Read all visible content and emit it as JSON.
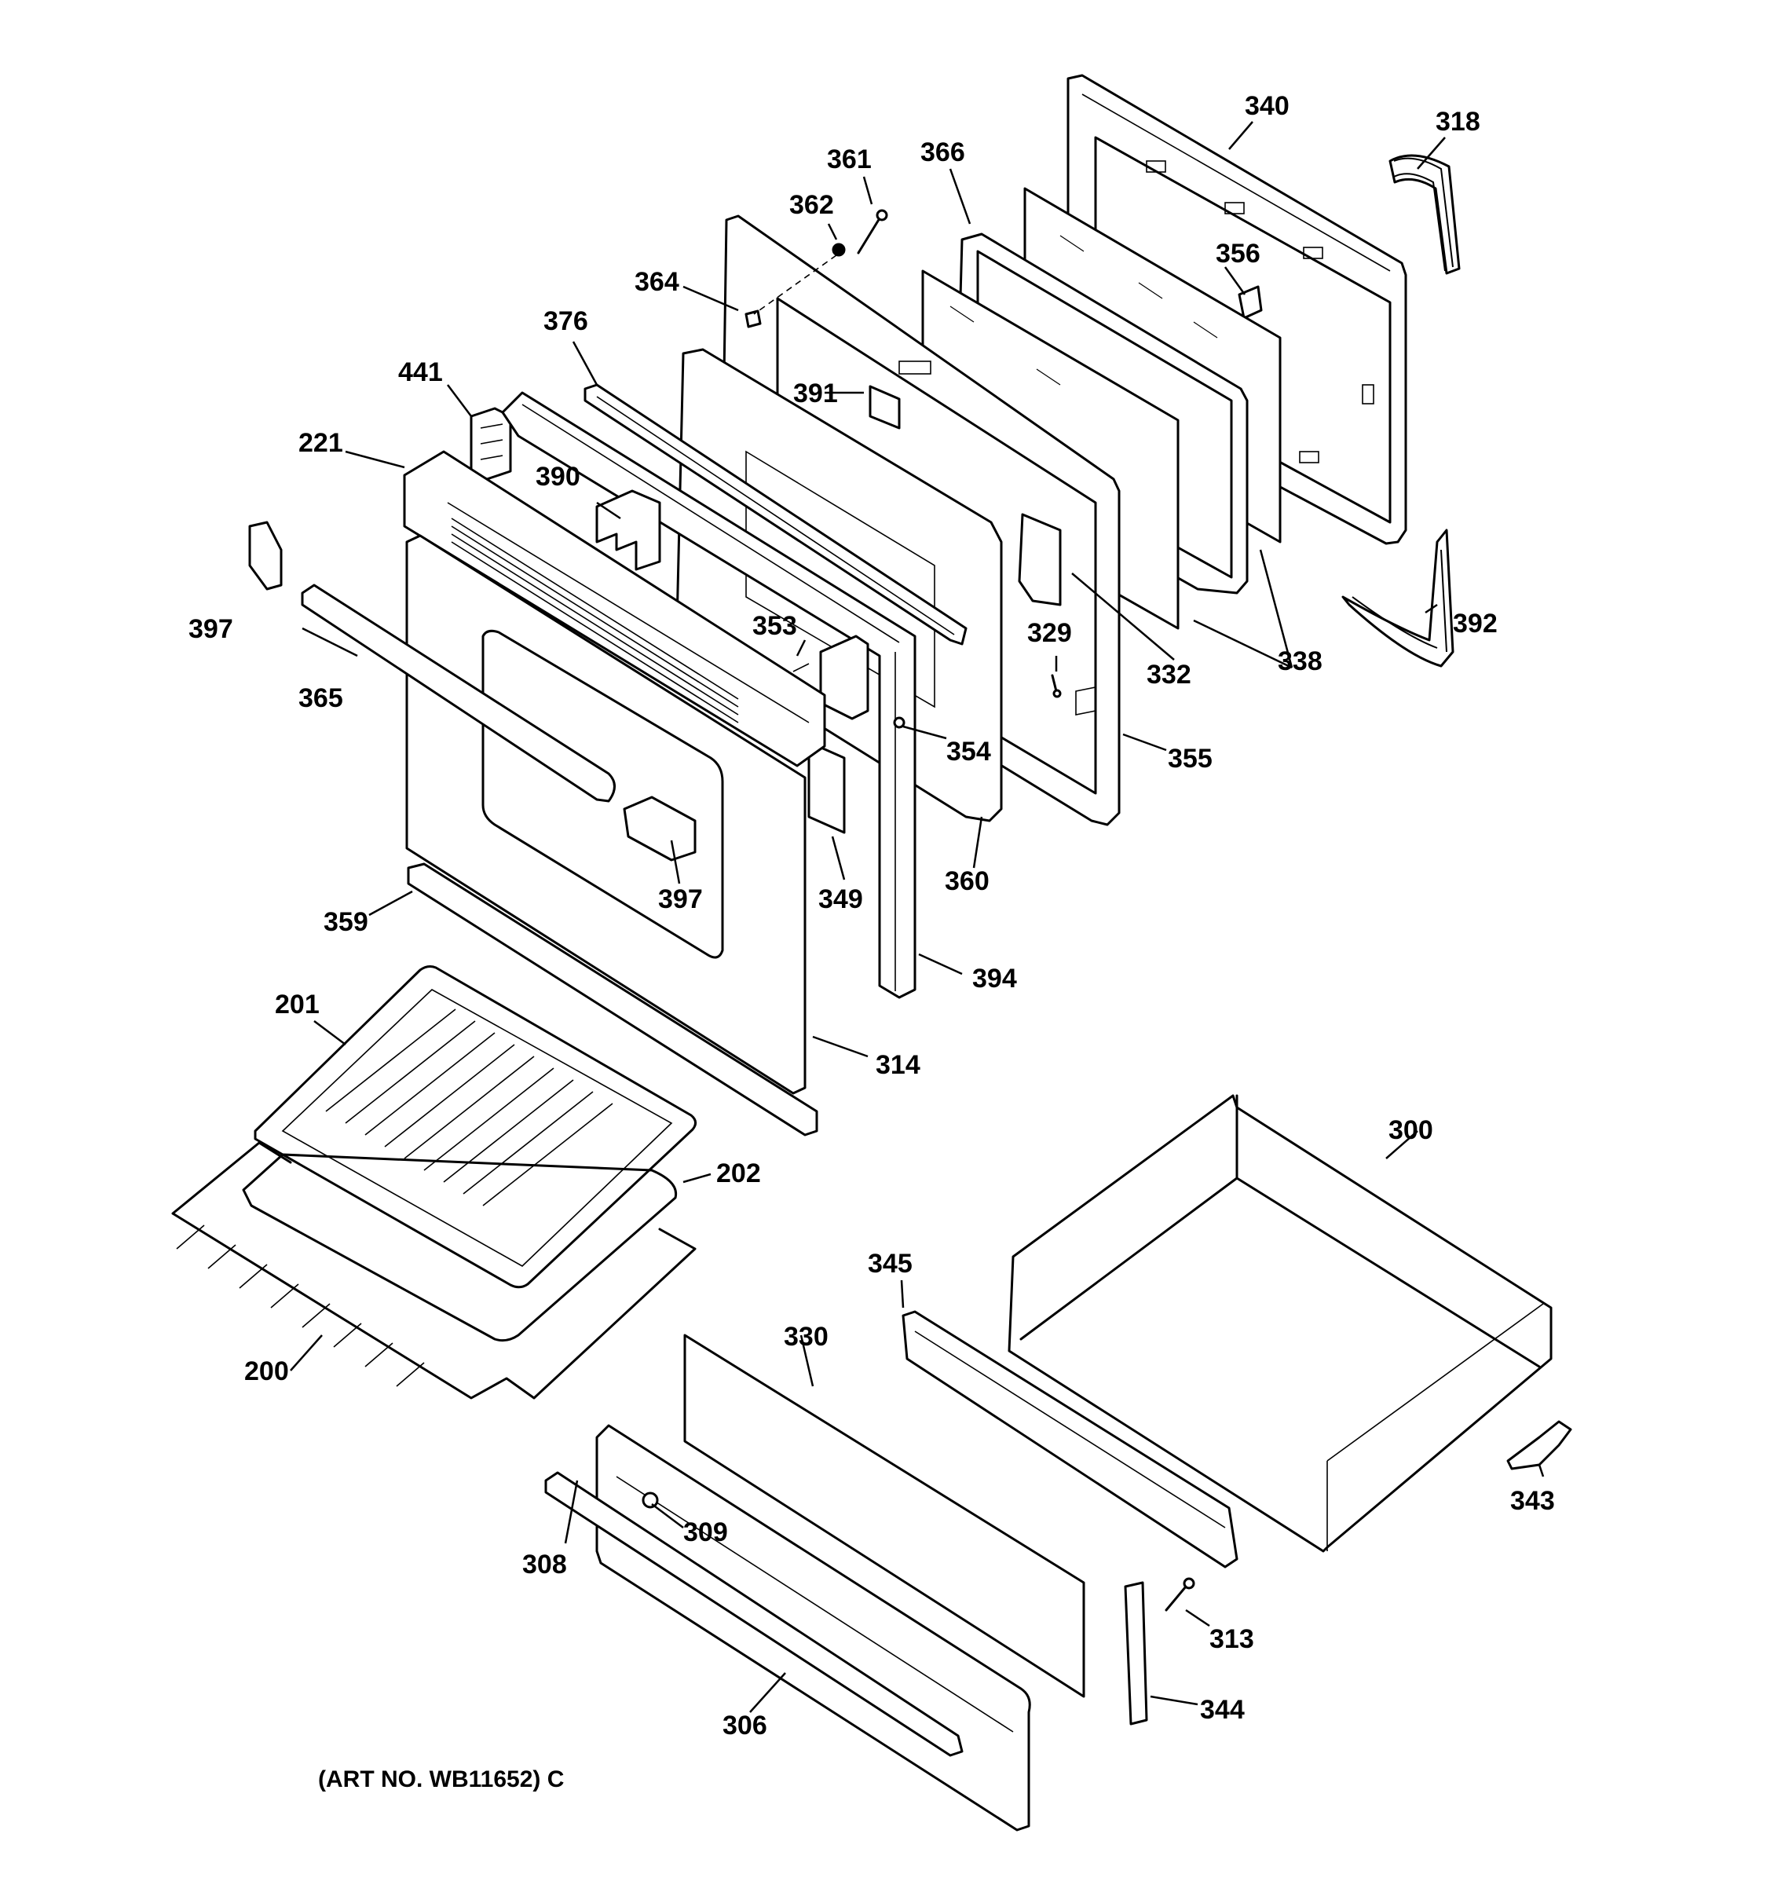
{
  "labels": {
    "p200": "200",
    "p201": "201",
    "p202": "202",
    "p221": "221",
    "p300": "300",
    "p306": "306",
    "p308": "308",
    "p309": "309",
    "p313": "313",
    "p314": "314",
    "p318": "318",
    "p329": "329",
    "p330": "330",
    "p332": "332",
    "p338": "338",
    "p340": "340",
    "p343": "343",
    "p344": "344",
    "p345": "345",
    "p349": "349",
    "p353": "353",
    "p354": "354",
    "p355": "355",
    "p356": "356",
    "p359": "359",
    "p360": "360",
    "p361": "361",
    "p362": "362",
    "p364": "364",
    "p365": "365",
    "p366": "366",
    "p376": "376",
    "p390": "390",
    "p391": "391",
    "p392": "392",
    "p394": "394",
    "p397a": "397",
    "p397b": "397",
    "p441": "441"
  },
  "art_number": "(ART NO. WB11652) C"
}
